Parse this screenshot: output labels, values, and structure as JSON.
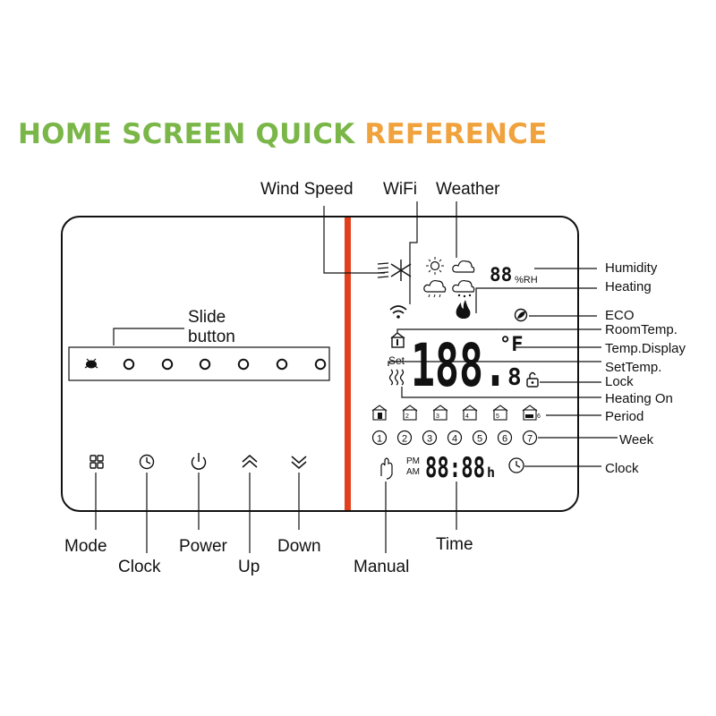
{
  "title": {
    "part1": "HOME SCREEN QUICK ",
    "part2": "REFERENCE",
    "color1": "#7ab648",
    "color2": "#f0a23c"
  },
  "divider_color": "#e2401c",
  "left_panel": {
    "slide_label_line1": "Slide",
    "slide_label_line2": "button",
    "buttons": [
      {
        "label": "Mode",
        "icon": "mode-grid-icon"
      },
      {
        "label": "Clock",
        "icon": "clock-icon"
      },
      {
        "label": "Power",
        "icon": "power-icon"
      },
      {
        "label": "Up",
        "icon": "chevron-up-icon"
      },
      {
        "label": "Down",
        "icon": "chevron-down-icon"
      }
    ]
  },
  "display": {
    "temp_digits": "188.",
    "temp_decimal": "8",
    "unit": "°F",
    "humidity_digits": "88",
    "humidity_unit": "%RH",
    "set_text": "Set",
    "ampm_pm": "PM",
    "ampm_am": "AM",
    "time_digits": "88:88",
    "time_unit": "h",
    "week_days": [
      "1",
      "2",
      "3",
      "4",
      "5",
      "6",
      "7"
    ],
    "periods": [
      "1",
      "2",
      "3",
      "4",
      "5",
      "6"
    ]
  },
  "callouts": {
    "wind_speed": "Wind Speed",
    "wifi": "WiFi",
    "weather": "Weather",
    "humidity": "Humidity",
    "heating": "Heating",
    "eco": "ECO",
    "room_temp": "RoomTemp.",
    "temp_display": "Temp.Display",
    "set_temp": "SetTemp.",
    "lock": "Lock",
    "heating_on": "Heating On",
    "period": "Period",
    "week": "Week",
    "clock": "Clock",
    "manual": "Manual",
    "time": "Time"
  }
}
